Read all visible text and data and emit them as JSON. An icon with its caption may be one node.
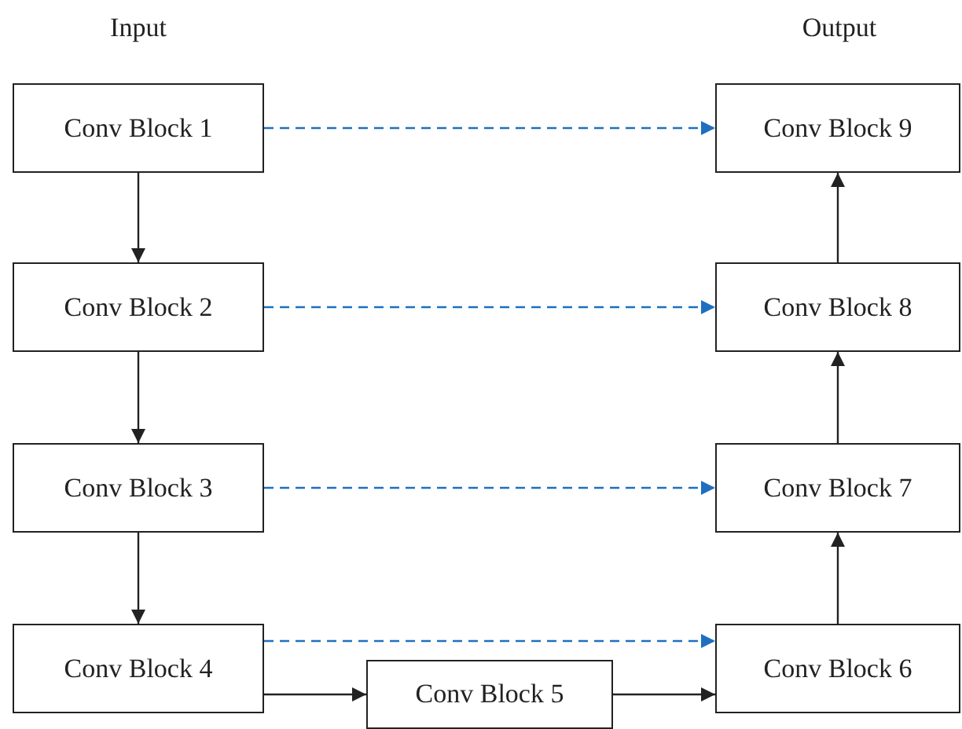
{
  "diagram": {
    "nodes": [
      {
        "text": [
          "Conv Block 1"
        ]
      },
      {
        "text": [
          "Conv Block 2"
        ]
      },
      {
        "text": [
          "Conv Block 3"
        ]
      },
      {
        "text": [
          "Conv Block 4"
        ]
      },
      {
        "text": [
          "Conv Block 5"
        ]
      },
      {
        "text": [
          "Conv Block 6"
        ]
      },
      {
        "text": [
          "Conv Block 7"
        ]
      },
      {
        "text": [
          "Conv Block 8"
        ]
      },
      {
        "text": [
          "Conv Block 9"
        ]
      }
    ],
    "edges": [
      {
        "from": 0,
        "to": 1,
        "arrow": "to"
      },
      {
        "from": 1,
        "to": 2,
        "arrow": "to"
      },
      {
        "from": 2,
        "to": 3,
        "arrow": "to"
      },
      {
        "from": 3,
        "to": 4,
        "arrow": "to"
      },
      {
        "from": 4,
        "to": 5,
        "arrow": "to"
      },
      {
        "from": 5,
        "to": 6,
        "arrow": "to"
      },
      {
        "from": 6,
        "to": 7,
        "arrow": "to"
      },
      {
        "from": 7,
        "to": 8,
        "arrow": "to"
      },
      {
        "from": 0,
        "to": 8,
        "arrow": "to",
        "style": "dashed",
        "color": "#1f6fc0"
      },
      {
        "from": 1,
        "to": 7,
        "arrow": "to",
        "style": "dashed",
        "color": "#1f6fc0"
      },
      {
        "from": 2,
        "to": 6,
        "arrow": "to",
        "style": "dashed",
        "color": "#1f6fc0"
      },
      {
        "from": 3,
        "to": 5,
        "arrow": "to",
        "style": "dashed",
        "color": "#1f6fc0"
      }
    ],
    "labels": [
      "Input",
      "Output"
    ]
  }
}
